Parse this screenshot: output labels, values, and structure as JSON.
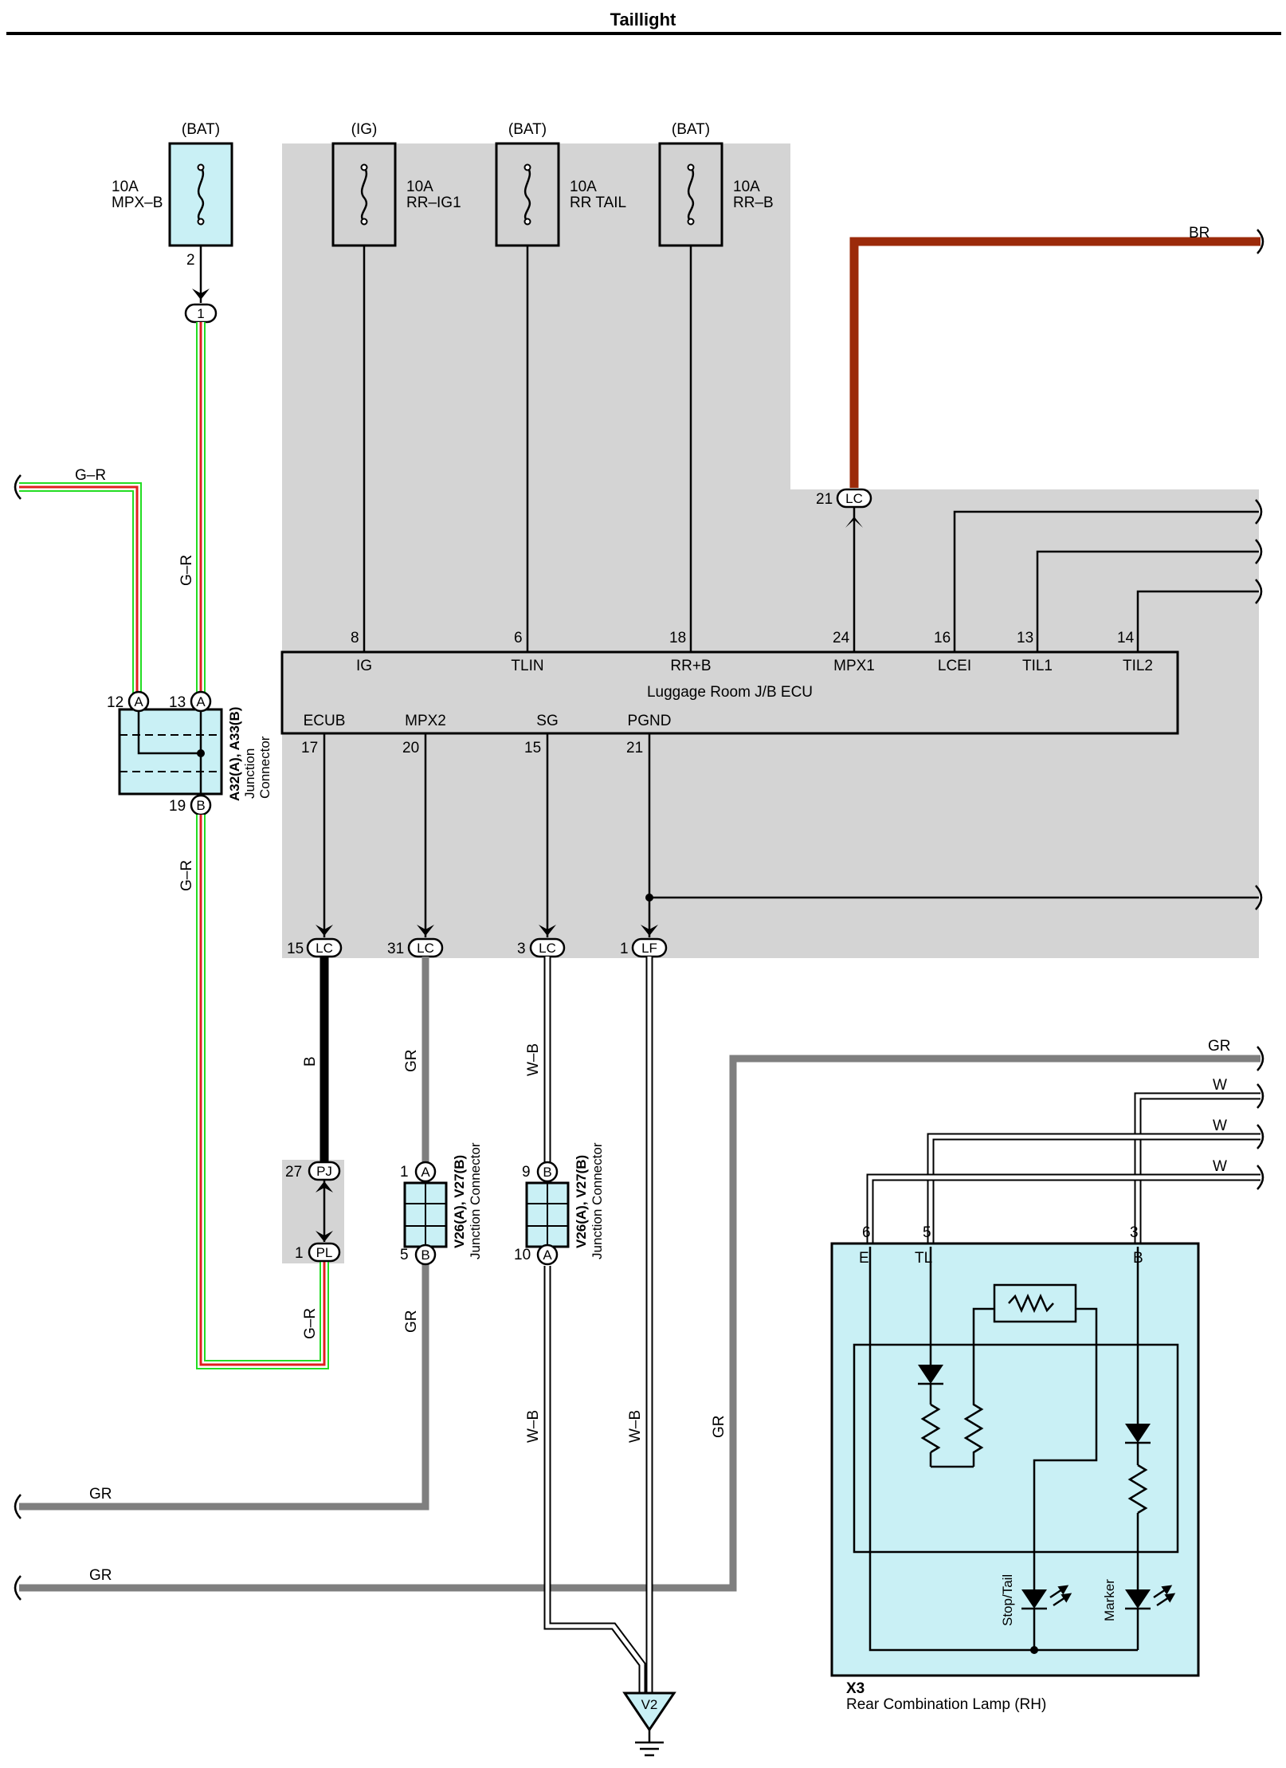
{
  "title": "Taillight",
  "sources": {
    "fuse_mpxb": {
      "supply": "(BAT)",
      "amps": "10A",
      "name": "MPX–B",
      "pin": "2"
    },
    "fuse_rrig1": {
      "supply": "(IG)",
      "amps": "10A",
      "name": "RR–IG1"
    },
    "fuse_rrtail": {
      "supply": "(BAT)",
      "amps": "10A",
      "name": "RR TAIL"
    },
    "fuse_rrb": {
      "supply": "(BAT)",
      "amps": "10A",
      "name": "RR–B"
    }
  },
  "ecu": {
    "name": "Luggage Room J/B ECU",
    "top_pins": [
      {
        "num": "8",
        "name": "IG"
      },
      {
        "num": "6",
        "name": "TLIN"
      },
      {
        "num": "18",
        "name": "RR+B"
      },
      {
        "num": "24",
        "name": "MPX1"
      },
      {
        "num": "16",
        "name": "LCEI"
      },
      {
        "num": "13",
        "name": "TIL1"
      },
      {
        "num": "14",
        "name": "TIL2"
      }
    ],
    "bottom_pins": [
      {
        "num": "17",
        "name": "ECUB"
      },
      {
        "num": "20",
        "name": "MPX2"
      },
      {
        "num": "15",
        "name": "SG"
      },
      {
        "num": "21",
        "name": "PGND"
      }
    ]
  },
  "connectors": {
    "c1": {
      "pin": "1"
    },
    "lc21": {
      "num": "21",
      "code": "LC"
    },
    "lc15": {
      "num": "15",
      "code": "LC"
    },
    "lc31": {
      "num": "31",
      "code": "LC"
    },
    "lc3": {
      "num": "3",
      "code": "LC"
    },
    "lf1": {
      "num": "1",
      "code": "LF"
    },
    "pj27": {
      "num": "27",
      "code": "PJ"
    },
    "pl1": {
      "num": "1",
      "code": "PL"
    }
  },
  "junction_a32": {
    "id": "A32(A), A33(B)",
    "label": "Junction Connector",
    "label_lines": [
      "Junction",
      "Connector"
    ],
    "pins": [
      {
        "num": "12",
        "code": "A"
      },
      {
        "num": "13",
        "code": "A"
      },
      {
        "num": "19",
        "code": "B"
      }
    ]
  },
  "junction_v26_left": {
    "id": "V26(A), V27(B)",
    "label": "Junction Connector",
    "pins": [
      {
        "num": "1",
        "code": "A"
      },
      {
        "num": "5",
        "code": "B"
      }
    ]
  },
  "junction_v26_right": {
    "id": "V26(A), V27(B)",
    "label": "Junction Connector",
    "pins": [
      {
        "num": "9",
        "code": "B"
      },
      {
        "num": "10",
        "code": "A"
      }
    ]
  },
  "wires": {
    "br": "BR",
    "gr_a": "G–R",
    "gr_b": "G–R",
    "gr_c": "G–R",
    "gr_d": "G–R",
    "b": "B",
    "grey1": "GR",
    "grey2": "GR",
    "grey3": "GR",
    "grey4": "GR",
    "grey5": "GR",
    "wb1": "W–B",
    "wb2": "W–B",
    "wb3": "W–B",
    "w1": "W",
    "w2": "W",
    "w3": "W"
  },
  "lamp": {
    "id": "X3",
    "name": "Rear Combination Lamp (RH)",
    "pins": [
      {
        "num": "6",
        "name": "E"
      },
      {
        "num": "5",
        "name": "TL"
      },
      {
        "num": "3",
        "name": "B"
      }
    ],
    "led_labels": [
      "Stop/Tail",
      "Marker"
    ]
  },
  "ground": {
    "name": "V2"
  },
  "colors": {
    "shade": "#d4d4d4",
    "connector_fill": "#c9f0f5",
    "brown": "#9b2a0a",
    "grey_wire": "#7f7f7f",
    "green": "#22dd22",
    "red": "#e02020"
  }
}
